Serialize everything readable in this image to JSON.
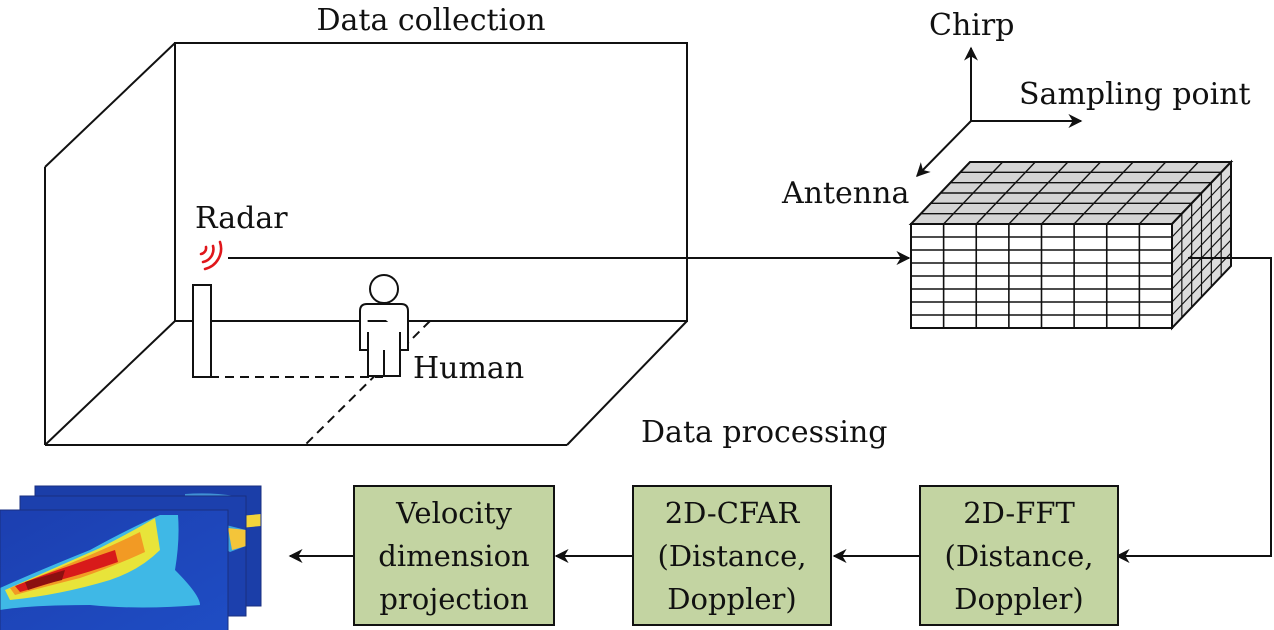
{
  "title": "Data collection",
  "labels": {
    "radar": "Radar",
    "human": "Human",
    "antenna": "Antenna",
    "chirp": "Chirp",
    "sampling_point": "Sampling point",
    "data_processing": "Data processing"
  },
  "cube": {
    "front_columns": 8,
    "front_rows": 8,
    "depth_layers": 6
  },
  "process_boxes": [
    {
      "id": "fft",
      "lines": [
        "2D-FFT",
        "(Distance,",
        "Doppler)"
      ]
    },
    {
      "id": "cfar",
      "lines": [
        "2D-CFAR",
        "(Distance,",
        "Doppler)"
      ]
    },
    {
      "id": "projection",
      "lines": [
        "Velocity",
        "dimension",
        "projection"
      ]
    }
  ],
  "colors": {
    "box_fill": "#c3d4a2",
    "radar_wave": "#e0161b",
    "cube_top": "#d4d4d4",
    "cube_side": "#dcdcdc",
    "heatmap_bg": "#1a3fb5"
  },
  "output": {
    "type": "range-velocity heatmap stack",
    "frames": 3
  }
}
